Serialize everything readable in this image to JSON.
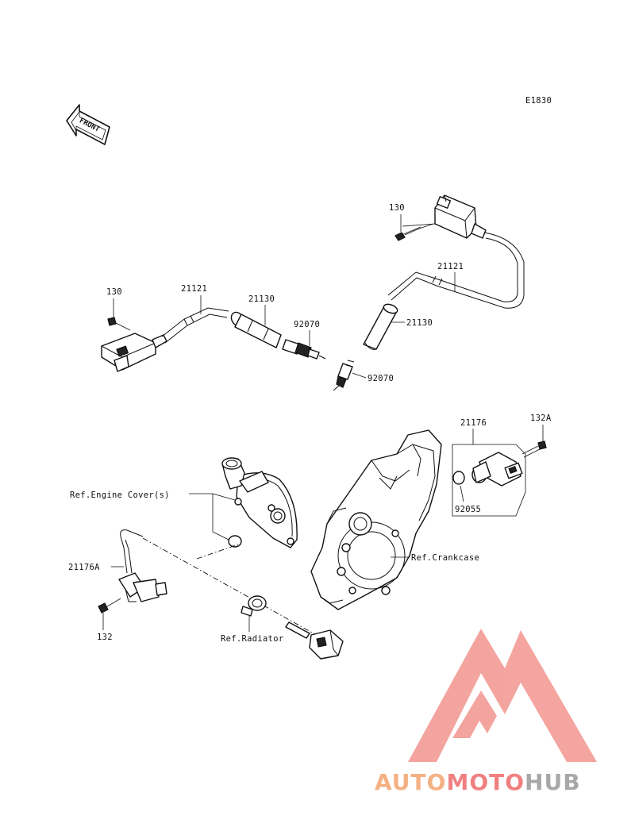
{
  "diagram_code": "E1830",
  "front_label": "FRONT",
  "labels": {
    "bolt_130_right": "130",
    "bolt_130_left": "130",
    "cable_21121_right": "21121",
    "cable_21121_left": "21121",
    "cap_21130_left": "21130",
    "cap_21130_right": "21130",
    "plug_92070_left": "92070",
    "plug_92070_right": "92070",
    "sensor_21176": "21176",
    "bolt_132A": "132A",
    "oring_92055": "92055",
    "ref_engine_cover": "Ref.Engine Cover(s)",
    "ref_crankcase": "Ref.Crankcase",
    "sensor_21176A": "21176A",
    "bolt_132": "132",
    "ref_radiator": "Ref.Radiator"
  },
  "watermark": {
    "part1": "AUTO",
    "part2": "MOTO",
    "part3": "HUB",
    "color_part1": "#f4b183",
    "color_part2": "#f08080",
    "color_part3": "#b0b0b0",
    "logo_color": "#f4a09a"
  }
}
